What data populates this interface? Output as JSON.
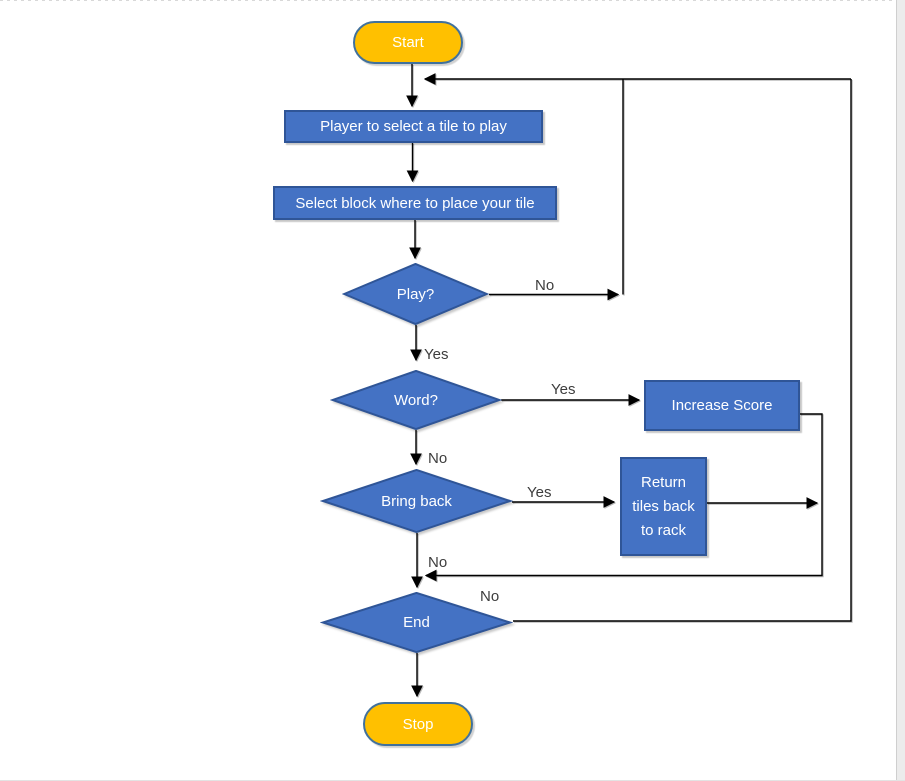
{
  "flowchart": {
    "nodes": {
      "start": {
        "label": "Start",
        "type": "terminal"
      },
      "select_tile": {
        "label": "Player to select a tile to play",
        "type": "process"
      },
      "select_block": {
        "label": "Select block where to place your tile",
        "type": "process"
      },
      "play": {
        "label": "Play?",
        "type": "decision"
      },
      "word": {
        "label": "Word?",
        "type": "decision"
      },
      "increase_score": {
        "label": "Increase Score",
        "type": "process"
      },
      "bring_back": {
        "label": "Bring back",
        "type": "decision"
      },
      "return_tiles": {
        "label": "Return tiles back to rack",
        "type": "process"
      },
      "end": {
        "label": "End",
        "type": "decision"
      },
      "stop": {
        "label": "Stop",
        "type": "terminal"
      }
    },
    "edge_labels": {
      "play_no": "No",
      "play_yes": "Yes",
      "word_yes": "Yes",
      "word_no": "No",
      "bring_back_yes": "Yes",
      "bring_back_no": "No",
      "end_no": "No"
    },
    "colors": {
      "process_fill": "#4472C4",
      "process_border": "#2F5597",
      "terminal_fill": "#FFC000",
      "terminal_border": "#41719C",
      "node_text": "#FFFFFF",
      "edge_label_text": "#3D3D3D",
      "connector": "#000000"
    }
  }
}
